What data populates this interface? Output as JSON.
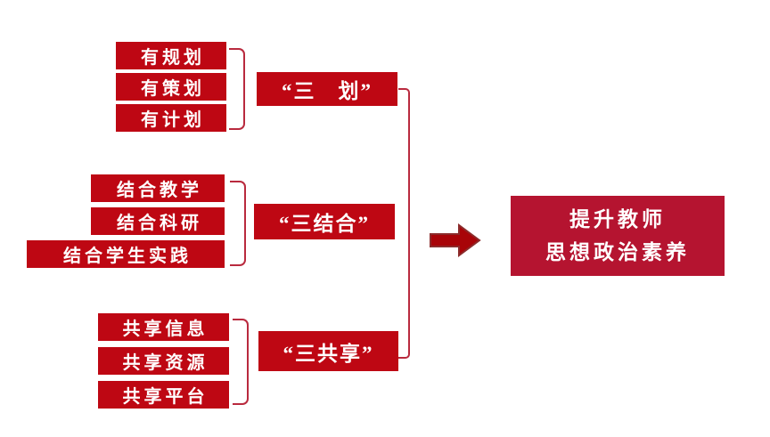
{
  "diagram": {
    "title_hint": "three-threes teacher development flow diagram",
    "groups": [
      {
        "id": "san-hua",
        "items": [
          "有规划",
          "有策划",
          "有计划"
        ],
        "summary": "“三　划”"
      },
      {
        "id": "san-jiehe",
        "items": [
          "结合教学",
          "结合科研",
          "结合学生实践"
        ],
        "summary": "“三结合”"
      },
      {
        "id": "san-gongxiang",
        "items": [
          "共享信息",
          "共享资源",
          "共享平台"
        ],
        "summary": "“三共享”"
      }
    ],
    "result": {
      "line1": "提升教师",
      "line2": "思想政治素养"
    },
    "colors": {
      "item_box_fill": "#be0713",
      "summary_box_fill": "#be0713",
      "result_box_fill": "#b51430",
      "bracket_line": "#b92a3e",
      "arrow_fill": "#a80408",
      "arrow_stroke": "#8b2b2b",
      "text": "#ffffff",
      "background": "#ffffff"
    }
  }
}
